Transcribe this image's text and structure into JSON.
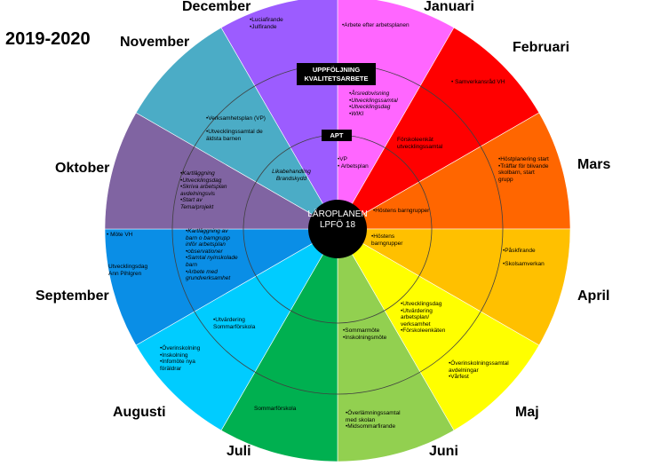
{
  "year": "2019-2020",
  "center": {
    "line1": "LÄROPLANEN",
    "line2": "LPFÖ 18"
  },
  "rings": {
    "outer": "UPPFÖLJNING KVALITETSARBETE",
    "inner": "APT"
  },
  "months": [
    {
      "key": "jan",
      "name": "Januari",
      "color": "#ff66ff"
    },
    {
      "key": "feb",
      "name": "Februari",
      "color": "#ff0000"
    },
    {
      "key": "mar",
      "name": "Mars",
      "color": "#ff6600"
    },
    {
      "key": "apr",
      "name": "April",
      "color": "#ffc000"
    },
    {
      "key": "maj",
      "name": "Maj",
      "color": "#ffff00"
    },
    {
      "key": "jun",
      "name": "Juni",
      "color": "#92d050"
    },
    {
      "key": "jul",
      "name": "Juli",
      "color": "#00b050"
    },
    {
      "key": "aug",
      "name": "Augusti",
      "color": "#00ccff"
    },
    {
      "key": "sep",
      "name": "September",
      "color": "#0a8ee6"
    },
    {
      "key": "okt",
      "name": "Oktober",
      "color": "#8064a2"
    },
    {
      "key": "nov",
      "name": "November",
      "color": "#4bacc6"
    },
    {
      "key": "dec",
      "name": "December",
      "color": "#9c5cff"
    }
  ],
  "notes": {
    "jan_outer": "•Arbete efter arbetsplanen",
    "jan_mid": "•Årsredovisning\n•Utvecklingssamtal\n•Utvecklingsdag\n•WIKI",
    "jan_inner": "•VP\n• Arbetsplan",
    "feb_outer": "• Samverkansråd VH",
    "feb_mid": "Förskoleenkät\nutvecklingssamtal",
    "mar_outer": "•Höstplanering start\n•Träffar för blivande\nskolbarn, start\ngrupp",
    "mar_inner": "•Höstens barngrupper",
    "apr_outer": "•Påskfirande\n\n•Skolsamverkan",
    "apr_inner": "•Höstens\nbarngrupper",
    "maj_outer": "•Överinskolningssamtal\navdelningar\n•Vårfest",
    "maj_mid": "•Utvecklingsdag\n•Utvärdering\narbetsplan/\nverksamhet\n•Förskoleenkäten",
    "jun_outer": "•Överlämningssamtal\nmed skolan\n•Midsommarfirande",
    "jun_mid": "•Sommarmöte\n•Inskolningsmöte",
    "jul_outer": "Sommarförskola",
    "aug_outer": "•Överinskolning\n•Inskolning\n•Infomöte nya\nföräldrar",
    "aug_mid": "•Utvärdering\nSommarförskola",
    "sep_outer1": "• Möte VH",
    "sep_outer2": "Utvecklingsdag\nAnn Pihlgren",
    "sep_mid": "•Kartläggning av\nbarn o barngrupp\ninför arbetsplan\n•observationer\n•Samtal nyinskolade\nbarn\n•Arbete med\ngrundverksamhet",
    "okt_mid": "•Kartläggning\n•Utvecklingsdag\n•Skriva arbetsplan\navdelningsvis\n•Start av\nTema/projekt",
    "nov_mid": "•Verksamhetsplan (VP)\n\n•Utvecklingssamtal de\näldsta barnen",
    "dec_outer": "•Luciafirande\n•Julfirande",
    "dec_inner": "Likabehandling\nBrandskydd"
  }
}
